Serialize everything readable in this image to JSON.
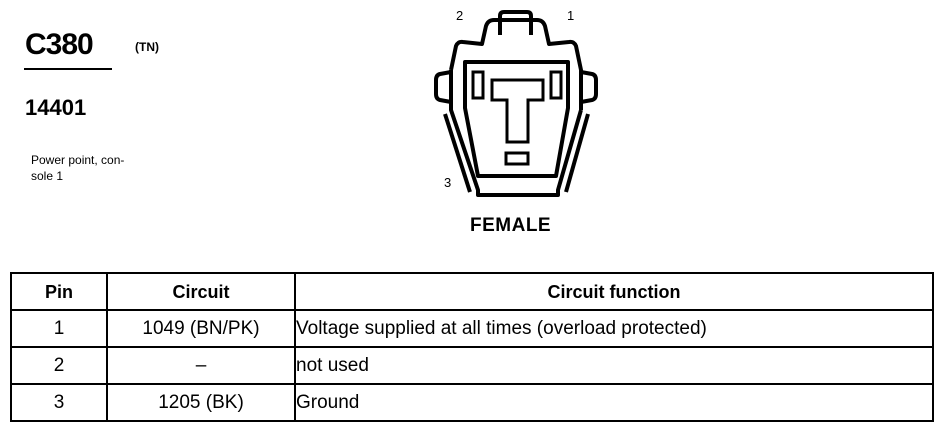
{
  "header": {
    "connector_id": "C380",
    "connector_code": "(TN)",
    "part_number": "14401",
    "description": "Power point, con-\nsole 1"
  },
  "diagram": {
    "pin_labels": [
      "2",
      "1",
      "3"
    ],
    "view_label": "FEMALE"
  },
  "table": {
    "headers": {
      "pin": "Pin",
      "circuit": "Circuit",
      "function": "Circuit function"
    },
    "rows": [
      {
        "pin": "1",
        "circuit": "1049 (BN/PK)",
        "function": "Voltage supplied at all times (overload protected)"
      },
      {
        "pin": "2",
        "circuit": "–",
        "function": "not used"
      },
      {
        "pin": "3",
        "circuit": "1205 (BK)",
        "function": "Ground"
      }
    ]
  }
}
